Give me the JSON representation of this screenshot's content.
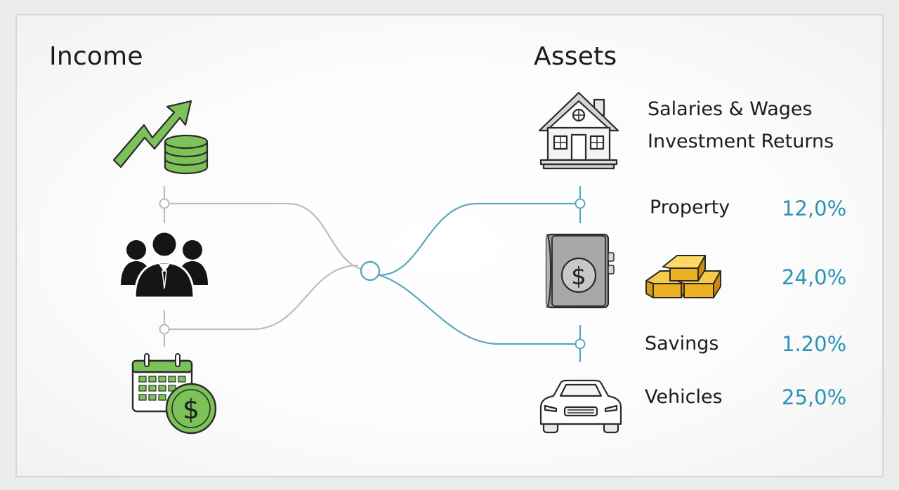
{
  "income": {
    "heading": "Income",
    "icons": [
      "growth-coins-icon",
      "people-icon",
      "calendar-dollar-icon"
    ]
  },
  "assets": {
    "heading": "Assets",
    "legend": [
      "Salaries & Wages",
      "Investment Returns"
    ],
    "items": [
      {
        "label": "Property",
        "value": "12,0%"
      },
      {
        "label": "",
        "value": "24,0%"
      },
      {
        "label": "Savings",
        "value": "1.20%"
      },
      {
        "label": "Vehicles",
        "value": "25,0%"
      }
    ],
    "icons": [
      "house-icon",
      "ledger-dollar-icon",
      "gold-bars-icon",
      "car-icon"
    ]
  },
  "colors": {
    "income_line": "#b9b9b9",
    "asset_line": "#5aa7bd",
    "accent_green": "#77bd56",
    "value_blue": "#2a93b6",
    "gold": "#f2b827"
  }
}
